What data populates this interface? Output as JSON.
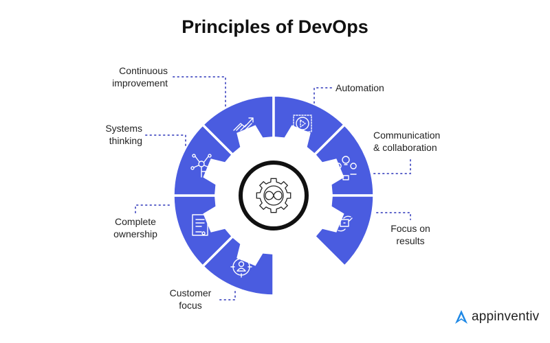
{
  "title": "Principles of DevOps",
  "principles": [
    {
      "label_1": "Continuous",
      "label_2": "improvement",
      "icon": "trend-up-icon"
    },
    {
      "label_1": "Automation",
      "icon": "gear-play-icon"
    },
    {
      "label_1": "Communication",
      "label_2": "& collaboration",
      "icon": "team-idea-icon"
    },
    {
      "label_1": "Systems",
      "label_2": "thinking",
      "icon": "network-touch-icon"
    },
    {
      "label_1": "Focus on",
      "label_2": "results",
      "icon": "target-hands-icon"
    },
    {
      "label_1": "Complete",
      "label_2": "ownership",
      "icon": "document-key-icon"
    },
    {
      "label_1": "Customer",
      "label_2": "focus",
      "icon": "customer-target-icon"
    }
  ],
  "center_icon": "devops-infinity-gear-icon",
  "brand": {
    "name": "appinventiv"
  },
  "colors": {
    "segment": "#4a5ce0",
    "dots": "#5b62c9",
    "ring": "#111111",
    "logo": "#1e88e5"
  }
}
